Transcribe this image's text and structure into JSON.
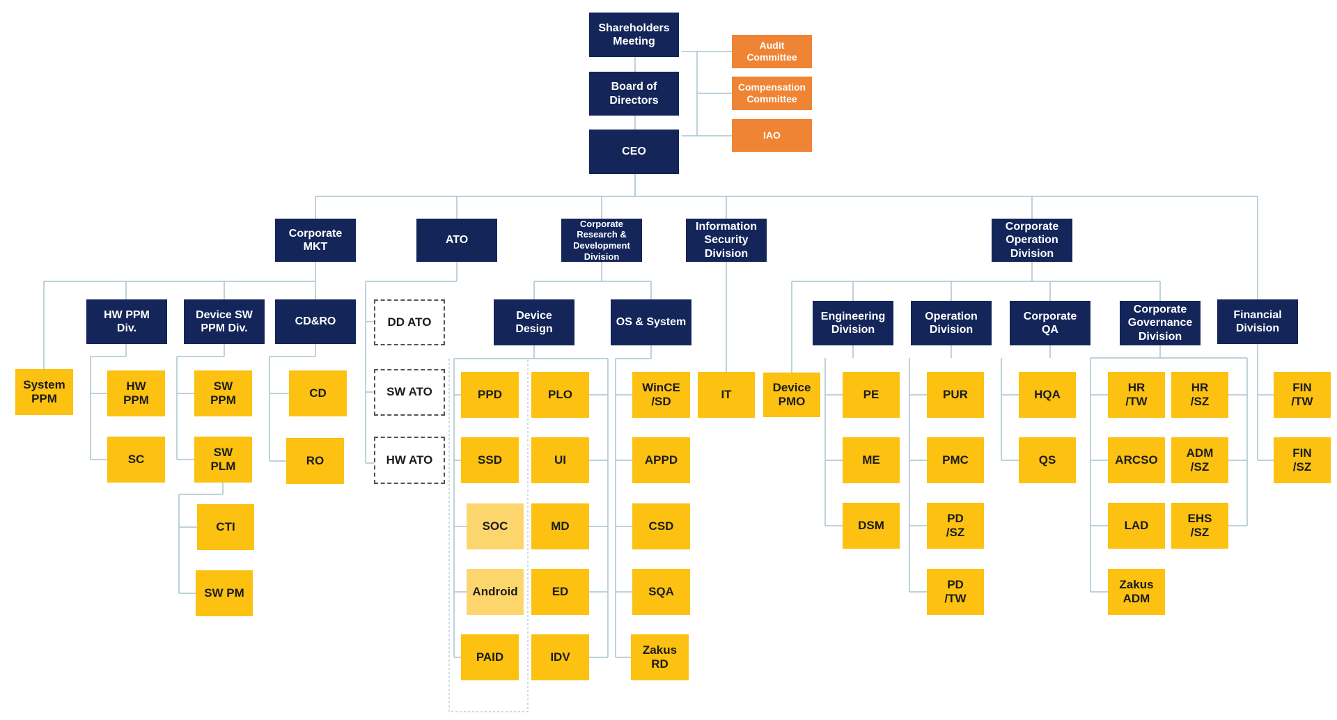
{
  "chart": {
    "top": {
      "shareholders": "Shareholders\nMeeting",
      "board": "Board of\nDirectors",
      "ceo": "CEO",
      "audit": "Audit\nCommittee",
      "compensation": "Compensation\nCommittee",
      "iao": "IAO"
    },
    "divisions": {
      "corp_mkt": "Corporate\nMKT",
      "ato": "ATO",
      "crd": "Corporate\nResearch &\nDevelopment\nDivision",
      "infosec": "Information\nSecurity\nDivision",
      "corp_op": "Corporate\nOperation\nDivision"
    },
    "mkt": {
      "system_ppm": "System\nPPM",
      "hw_ppm_div": "HW PPM\nDiv.",
      "device_sw_ppm_div": "Device SW\nPPM Div.",
      "cdro": "CD&RO",
      "hw_ppm": "HW\nPPM",
      "sc": "SC",
      "sw_ppm": "SW\nPPM",
      "sw_plm": "SW\nPLM",
      "cti": "CTI",
      "sw_pm": "SW PM",
      "cd": "CD",
      "ro": "RO"
    },
    "ato": {
      "dd_ato": "DD ATO",
      "sw_ato": "SW ATO",
      "hw_ato": "HW ATO"
    },
    "rd": {
      "device_design": "Device\nDesign",
      "os_system": "OS & System",
      "ppd": "PPD",
      "ssd": "SSD",
      "soc": "SOC",
      "android": "Android",
      "paid": "PAID",
      "plo": "PLO",
      "ui": "UI",
      "md": "MD",
      "ed": "ED",
      "idv": "IDV",
      "wince": "WinCE\n/SD",
      "appd": "APPD",
      "csd": "CSD",
      "sqa": "SQA",
      "zakus_rd": "Zakus\nRD"
    },
    "infosec": {
      "it": "IT"
    },
    "op": {
      "engineering": "Engineering\nDivision",
      "operation": "Operation\nDivision",
      "corp_qa": "Corporate\nQA",
      "governance": "Corporate\nGovernance\nDivision",
      "financial": "Financial\nDivision",
      "device_pmo": "Device\nPMO",
      "pe": "PE",
      "me": "ME",
      "dsm": "DSM",
      "pur": "PUR",
      "pmc": "PMC",
      "pd_sz": "PD\n/SZ",
      "pd_tw": "PD\n/TW",
      "hqa": "HQA",
      "qs": "QS",
      "hr_tw": "HR\n/TW",
      "hr_sz": "HR\n/SZ",
      "arcso": "ARCSO",
      "adm_sz": "ADM\n/SZ",
      "lad": "LAD",
      "ehs_sz": "EHS\n/SZ",
      "zakus_adm": "Zakus\nADM",
      "fin_tw": "FIN\n/TW",
      "fin_sz": "FIN\n/SZ"
    }
  },
  "colors": {
    "navy": "#132559",
    "orange": "#ef8434",
    "yellow": "#fcc111",
    "light_yellow": "#fcd66d",
    "connector": "#a9c4cf",
    "dashed_border": "#4f5560"
  }
}
